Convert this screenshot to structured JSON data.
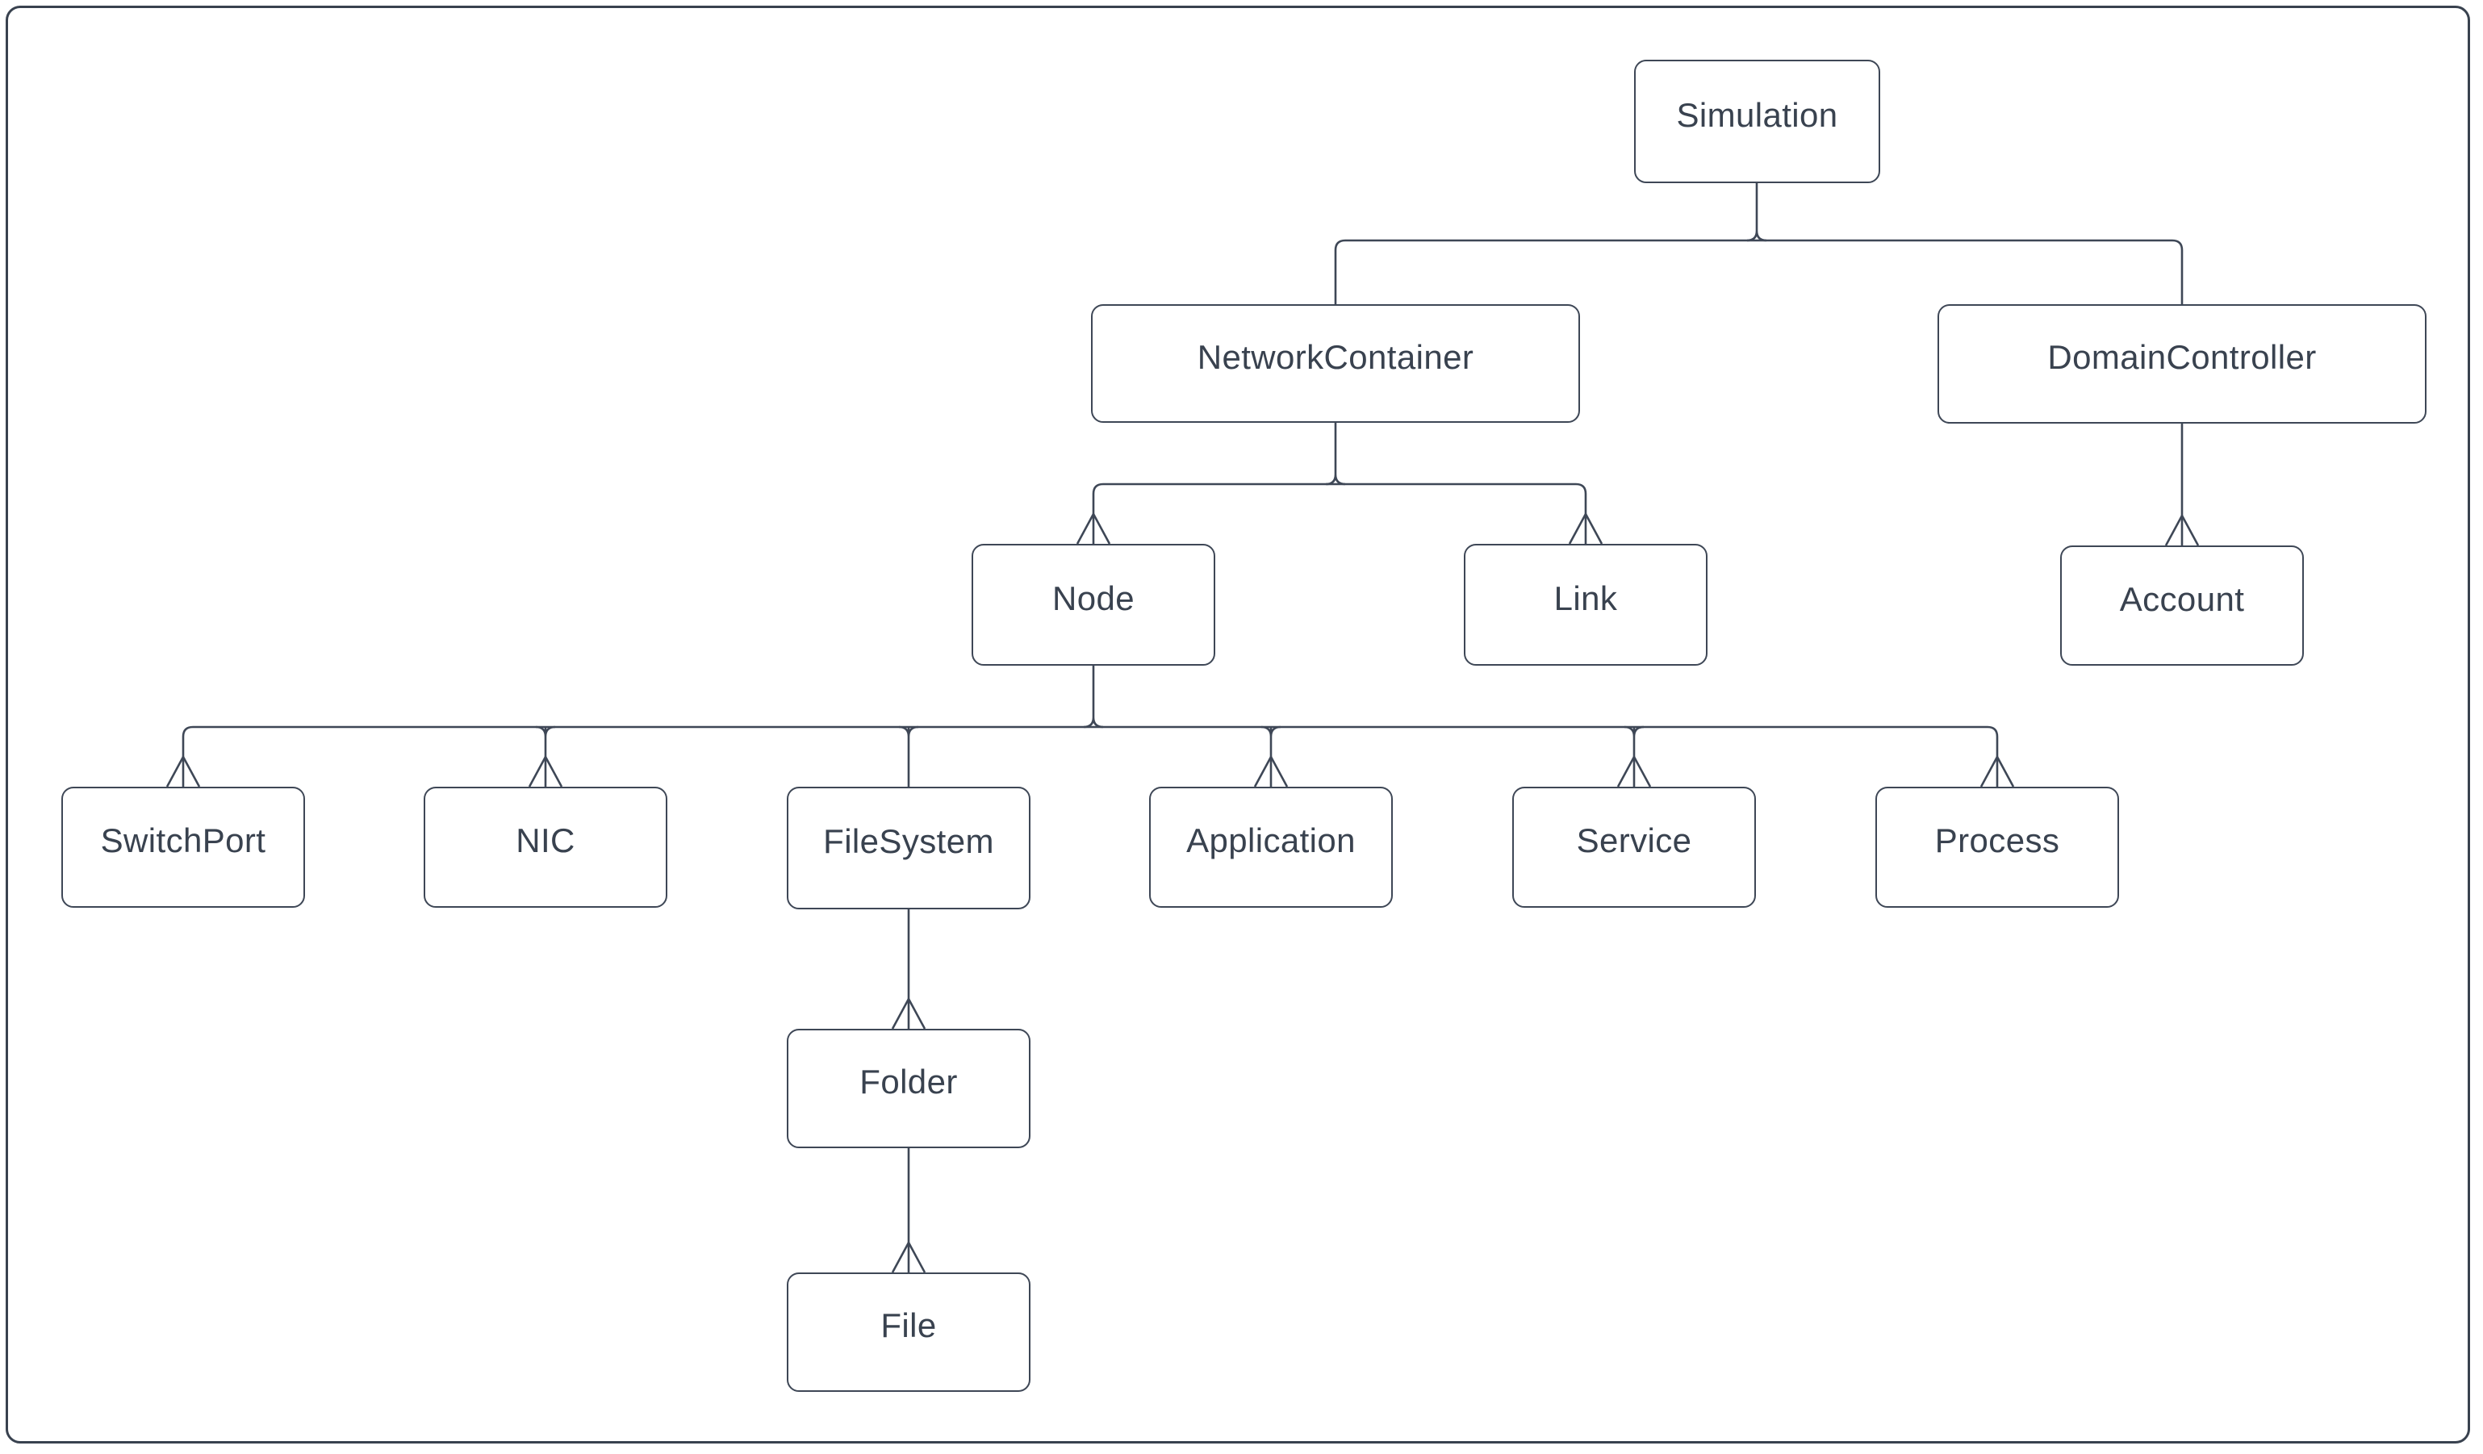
{
  "diagram": {
    "type": "class-hierarchy-tree",
    "colors": {
      "stroke": "#3e4756",
      "text": "#39424f",
      "background": "#ffffff"
    },
    "nodes": [
      {
        "id": "simulation",
        "label": "Simulation"
      },
      {
        "id": "network-container",
        "label": "NetworkContainer"
      },
      {
        "id": "domain-controller",
        "label": "DomainController"
      },
      {
        "id": "node",
        "label": "Node"
      },
      {
        "id": "link",
        "label": "Link"
      },
      {
        "id": "account",
        "label": "Account"
      },
      {
        "id": "switchport",
        "label": "SwitchPort"
      },
      {
        "id": "nic",
        "label": "NIC"
      },
      {
        "id": "filesystem",
        "label": "FileSystem"
      },
      {
        "id": "application",
        "label": "Application"
      },
      {
        "id": "service",
        "label": "Service"
      },
      {
        "id": "process",
        "label": "Process"
      },
      {
        "id": "folder",
        "label": "Folder"
      },
      {
        "id": "file",
        "label": "File"
      }
    ],
    "edges": [
      {
        "from": "Simulation",
        "to": "NetworkContainer",
        "arrowhead": false
      },
      {
        "from": "Simulation",
        "to": "DomainController",
        "arrowhead": false
      },
      {
        "from": "NetworkContainer",
        "to": "Node",
        "arrowhead": true
      },
      {
        "from": "NetworkContainer",
        "to": "Link",
        "arrowhead": true
      },
      {
        "from": "DomainController",
        "to": "Account",
        "arrowhead": true
      },
      {
        "from": "Node",
        "to": "SwitchPort",
        "arrowhead": true
      },
      {
        "from": "Node",
        "to": "NIC",
        "arrowhead": true
      },
      {
        "from": "Node",
        "to": "FileSystem",
        "arrowhead": false
      },
      {
        "from": "Node",
        "to": "Application",
        "arrowhead": true
      },
      {
        "from": "Node",
        "to": "Service",
        "arrowhead": true
      },
      {
        "from": "Node",
        "to": "Process",
        "arrowhead": true
      },
      {
        "from": "FileSystem",
        "to": "Folder",
        "arrowhead": true
      },
      {
        "from": "Folder",
        "to": "File",
        "arrowhead": true
      }
    ]
  }
}
